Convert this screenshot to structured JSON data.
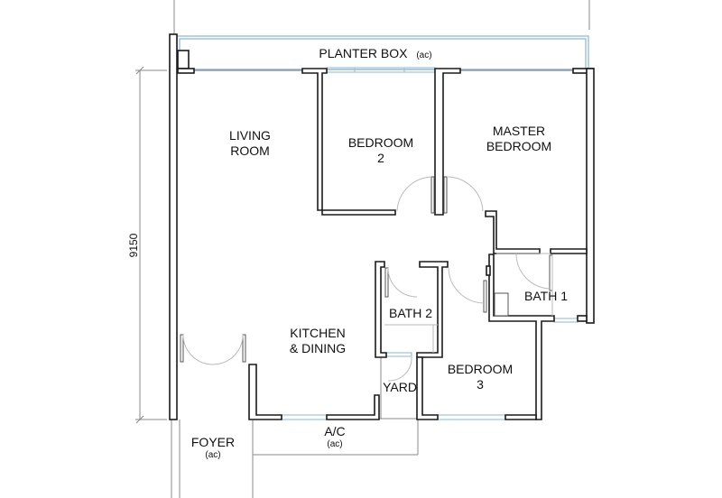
{
  "plan": {
    "dimension": "9150",
    "rooms": {
      "planter_box": {
        "label": "PLANTER BOX",
        "note": "(ac)"
      },
      "living_room": {
        "line1": "LIVING",
        "line2": "ROOM"
      },
      "bedroom2": {
        "line1": "BEDROOM",
        "line2": "2"
      },
      "master_bedroom": {
        "line1": "MASTER",
        "line2": "BEDROOM"
      },
      "bath1": {
        "label": "BATH 1"
      },
      "bath2": {
        "label": "BATH 2"
      },
      "kitchen": {
        "line1": "KITCHEN",
        "line2": "& DINING"
      },
      "bedroom3": {
        "line1": "BEDROOM",
        "line2": "3"
      },
      "yard": {
        "label": "YARD"
      },
      "ac": {
        "label": "A/C",
        "note": "(ac)"
      },
      "foyer": {
        "label": "FOYER",
        "note": "(ac)"
      }
    },
    "colors": {
      "wall": "#1a1a1a",
      "window": "#9fc3d9",
      "thin": "#888888"
    }
  }
}
